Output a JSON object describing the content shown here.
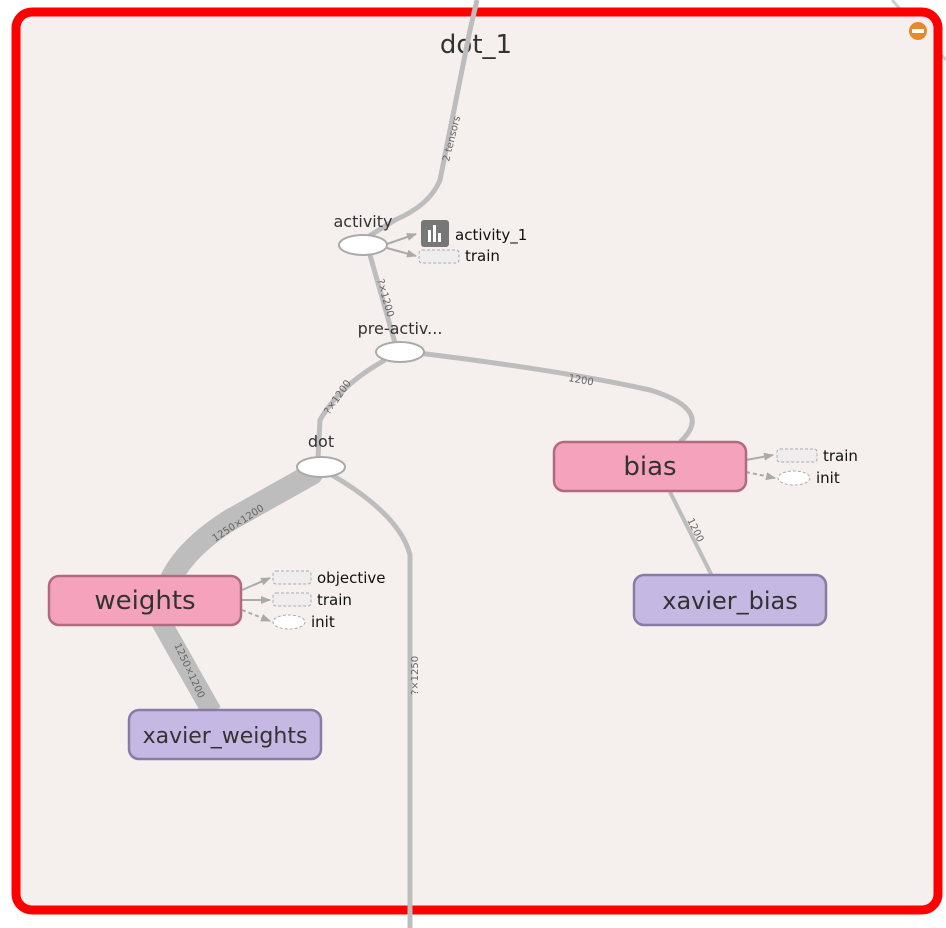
{
  "title": "dot_1",
  "colors": {
    "frame_border": "#ff0000",
    "frame_fill": "#f5f0ee",
    "edge": "#bdbdbd",
    "variable_fill": "#f5a3bd",
    "variable_stroke": "#b16a80",
    "initializer_fill": "#c5b8e3",
    "initializer_stroke": "#8a7ba5",
    "collapse_badge": "#e8882a"
  },
  "nodes": {
    "activity": "activity",
    "pre_activation": "pre-activ...",
    "dot": "dot",
    "weights": "weights",
    "bias": "bias",
    "xavier_weights": "xavier_weights",
    "xavier_bias": "xavier_bias"
  },
  "side_refs": {
    "activity_summary": "activity_1",
    "activity_train": "train",
    "bias_train": "train",
    "bias_init": "init",
    "weights_objective": "objective",
    "weights_train": "train",
    "weights_init": "init"
  },
  "edge_labels": {
    "incoming": "2 tensors",
    "activity_preact": "?×1200",
    "preact_dot": "?×1200",
    "preact_bias": "1200",
    "dot_weights": "1250×1200",
    "weights_xavier": "1250×1200",
    "bias_xavier": "1200",
    "dot_input": "?×1250"
  }
}
